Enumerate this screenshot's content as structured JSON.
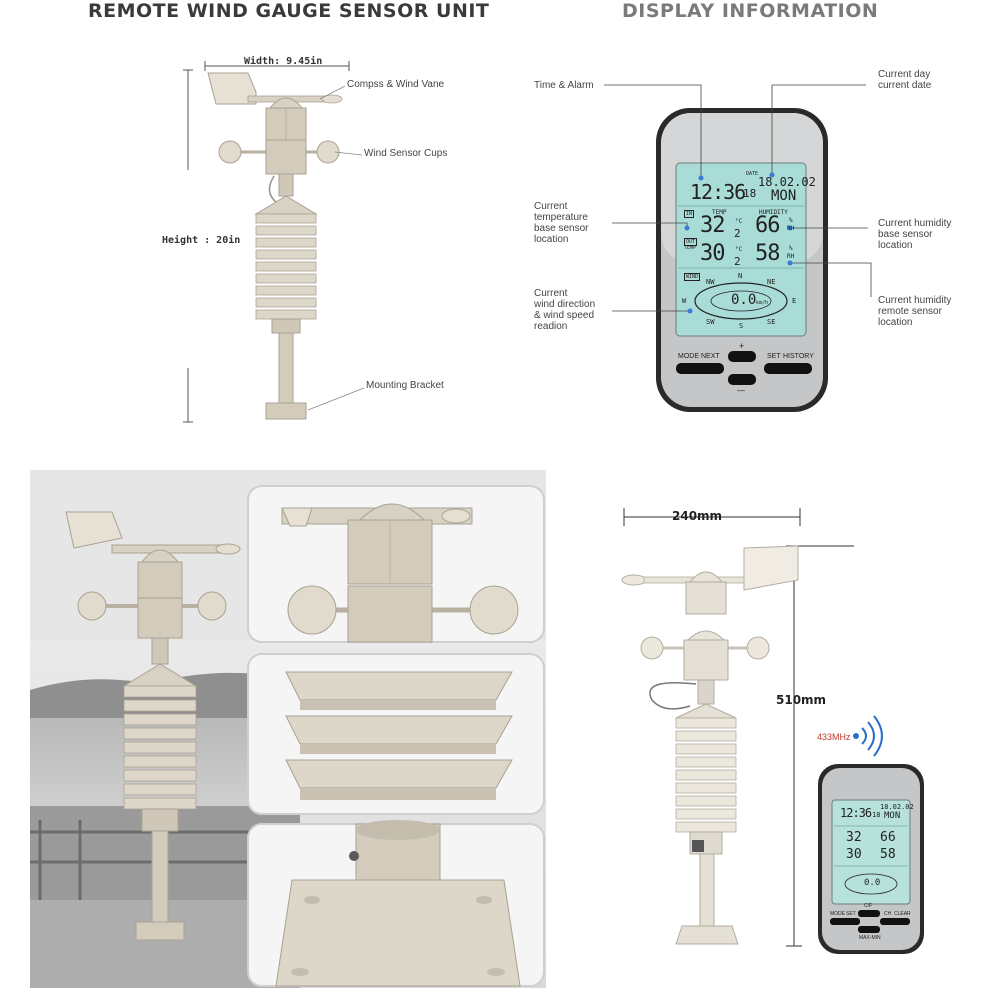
{
  "headers": {
    "left": "REMOTE WIND GAUGE SENSOR UNIT",
    "right": "DISPLAY INFORMATION"
  },
  "sensor_unit": {
    "width_label": "Width: 9.45in",
    "height_label": "Height : 20in",
    "callouts": {
      "vane": "Compss & Wind Vane",
      "cups": "Wind Sensor Cups",
      "bracket": "Mounting Bracket"
    }
  },
  "display_info": {
    "callouts": {
      "time_alarm": "Time & Alarm",
      "day_date_1": "Current day",
      "day_date_2": "current date",
      "temp_1": "Current",
      "temp_2": "temperature",
      "temp_3": "base sensor",
      "temp_4": "location",
      "hum_base_1": "Current humidity",
      "hum_base_2": "base sensor",
      "hum_base_3": "location",
      "wind_1": "Current",
      "wind_2": "wind direction",
      "wind_3": "& wind speed",
      "wind_4": "readion",
      "hum_remote_1": "Current humidity",
      "hum_remote_2": "remote sensor",
      "hum_remote_3": "location"
    },
    "lcd": {
      "date_tag": "DATE",
      "time": "12:36",
      "seconds": "18",
      "date": "18.02.02",
      "day": "MON",
      "in_tag": "IN",
      "out_tag": "OUT",
      "temp_tag": "TEMP",
      "temp_head": "TEMP",
      "humidity_head": "HUMIDITY",
      "in_temp": "32",
      "in_temp_dec": "2",
      "out_temp": "30",
      "out_temp_dec": "2",
      "unit_c": "°C",
      "in_hum": "66",
      "out_hum": "58",
      "rh": "RH",
      "pct": "%",
      "wind_tag": "WIND",
      "wind_speed": "0.0",
      "speed_unit": "km/h",
      "compass": [
        "N",
        "NE",
        "E",
        "SE",
        "S",
        "SW",
        "W",
        "NW"
      ]
    },
    "buttons": {
      "mode": "MODE",
      "next": "NEXT",
      "plus": "+",
      "set": "SET",
      "history": "HISTORY",
      "minus": "—"
    }
  },
  "product_shot": {
    "width_label": "240mm",
    "height_label": "510mm",
    "frequency": "433MHz",
    "small_lcd": {
      "time": "12:36",
      "seconds": "18",
      "date": "18.02.02",
      "day": "MON",
      "in_temp": "32",
      "in_hum": "66",
      "out_temp": "30",
      "out_hum": "58",
      "wind_speed": "0.0"
    },
    "small_buttons": {
      "mode": "MODE",
      "set": "SET",
      "cf": "C/F",
      "ch_clear": "CH",
      "clear": "CLEAR",
      "max_min": "MAX-MIN"
    }
  },
  "colors": {
    "sensor_body": "#d8d2c4",
    "sensor_shade": "#b8b1a1",
    "lcd_bg": "#a9dcd6",
    "device_frame": "#c4c6c8",
    "device_border": "#2a2a2a",
    "callout_dot": "#3a7bd5",
    "radio_wave": "#2a6fcc",
    "freq_text": "#c0392b"
  }
}
